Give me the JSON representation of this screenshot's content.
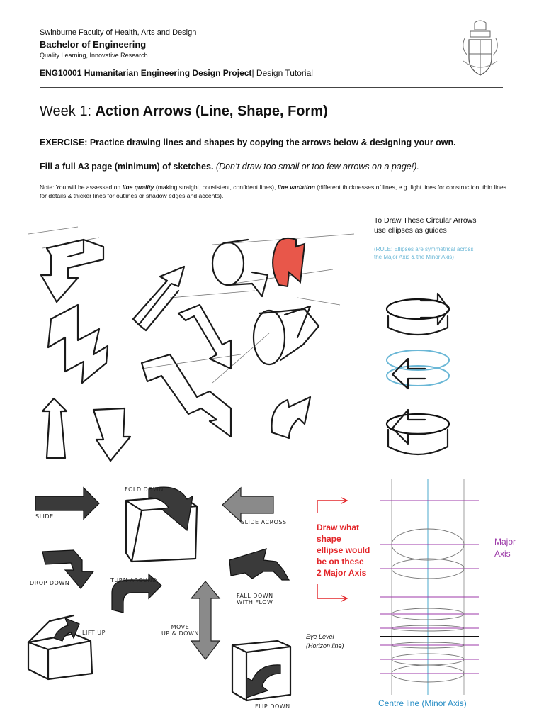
{
  "header": {
    "faculty": "Swinburne Faculty of Health, Arts and Design",
    "degree": "Bachelor of Engineering",
    "tagline": "Quality Learning, Innovative Research",
    "course_code": "ENG10001",
    "course_name": "Humanitarian Engineering Design Project",
    "course_suffix": "| Design Tutorial"
  },
  "title": {
    "week": "Week 1:",
    "topic": "Action Arrows (Line, Shape, Form)"
  },
  "exercise": "EXERCISE: Practice drawing lines and shapes by copying the arrows below & designing your own.",
  "fill": {
    "bold": "Fill a full A3 page (minimum) of sketches.",
    "italic": "(Don’t draw too small or too few arrows on a page!)."
  },
  "note": {
    "prefix": "Note: You will be assessed on ",
    "line_quality": "line quality",
    "middle": " (making straight, consistent, confident lines), ",
    "line_variation": "line variation",
    "suffix": " (different thicknesses of lines, e.g. light lines for construction, thin lines for details & thicker lines for outlines or shadow edges and accents)."
  },
  "circular": {
    "line1": "To Draw These Circular Arrows",
    "line2": "use ellipses as guides",
    "rule1": "(RULE: Ellipses are symmetrical across",
    "rule2": "the Major Axis & the Minor Axis)"
  },
  "arrow_labels": {
    "slide": "Slide",
    "fold_down": "Fold down",
    "slide_across": "Slide across",
    "drop_down": "Drop down",
    "turn_around": "Turn around",
    "fall_down_1": "Fall down",
    "fall_down_2": "with flow",
    "lift_up": "Lift up",
    "move_1": "Move",
    "move_2": "up & down",
    "flip_down": "Flip down"
  },
  "ellipse_exercise": {
    "draw": [
      "Draw what",
      "shape",
      "ellipse would",
      "be on these",
      "2 Major Axis"
    ],
    "major": [
      "Major",
      "Axis"
    ],
    "eye": [
      "Eye Level",
      "(Horizon line)"
    ],
    "centre": "Centre line (Minor Axis)"
  },
  "colors": {
    "red": "#e3262a",
    "purple": "#9c3aa8",
    "blue": "#2a8fc6",
    "light_blue": "#6ab7d6"
  }
}
